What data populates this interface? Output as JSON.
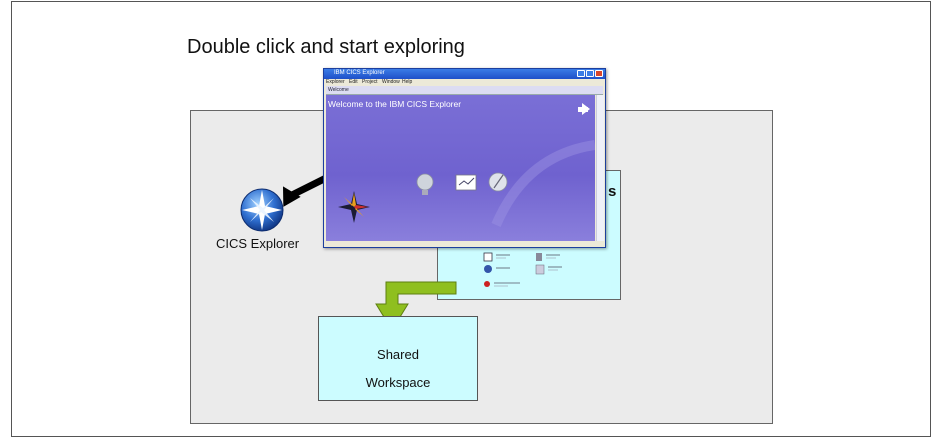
{
  "diagram": {
    "title": "Double click and start exploring",
    "desktop_icon_label": "CICS Explorer",
    "shared_workspace_line1": "Shared",
    "shared_workspace_line2": "Workspace"
  },
  "window": {
    "title": "IBM CICS Explorer",
    "menu": [
      "Explorer",
      "Edit",
      "Project",
      "Window",
      "Help"
    ],
    "tab": "Welcome",
    "welcome_text": "Welcome to the IBM CICS Explorer"
  },
  "colors": {
    "panel_gray": "#ebebeb",
    "box_cyan": "#ccfcff",
    "arrow_green": "#8fbf1f",
    "welcome_purple": "#7a6fd6"
  }
}
